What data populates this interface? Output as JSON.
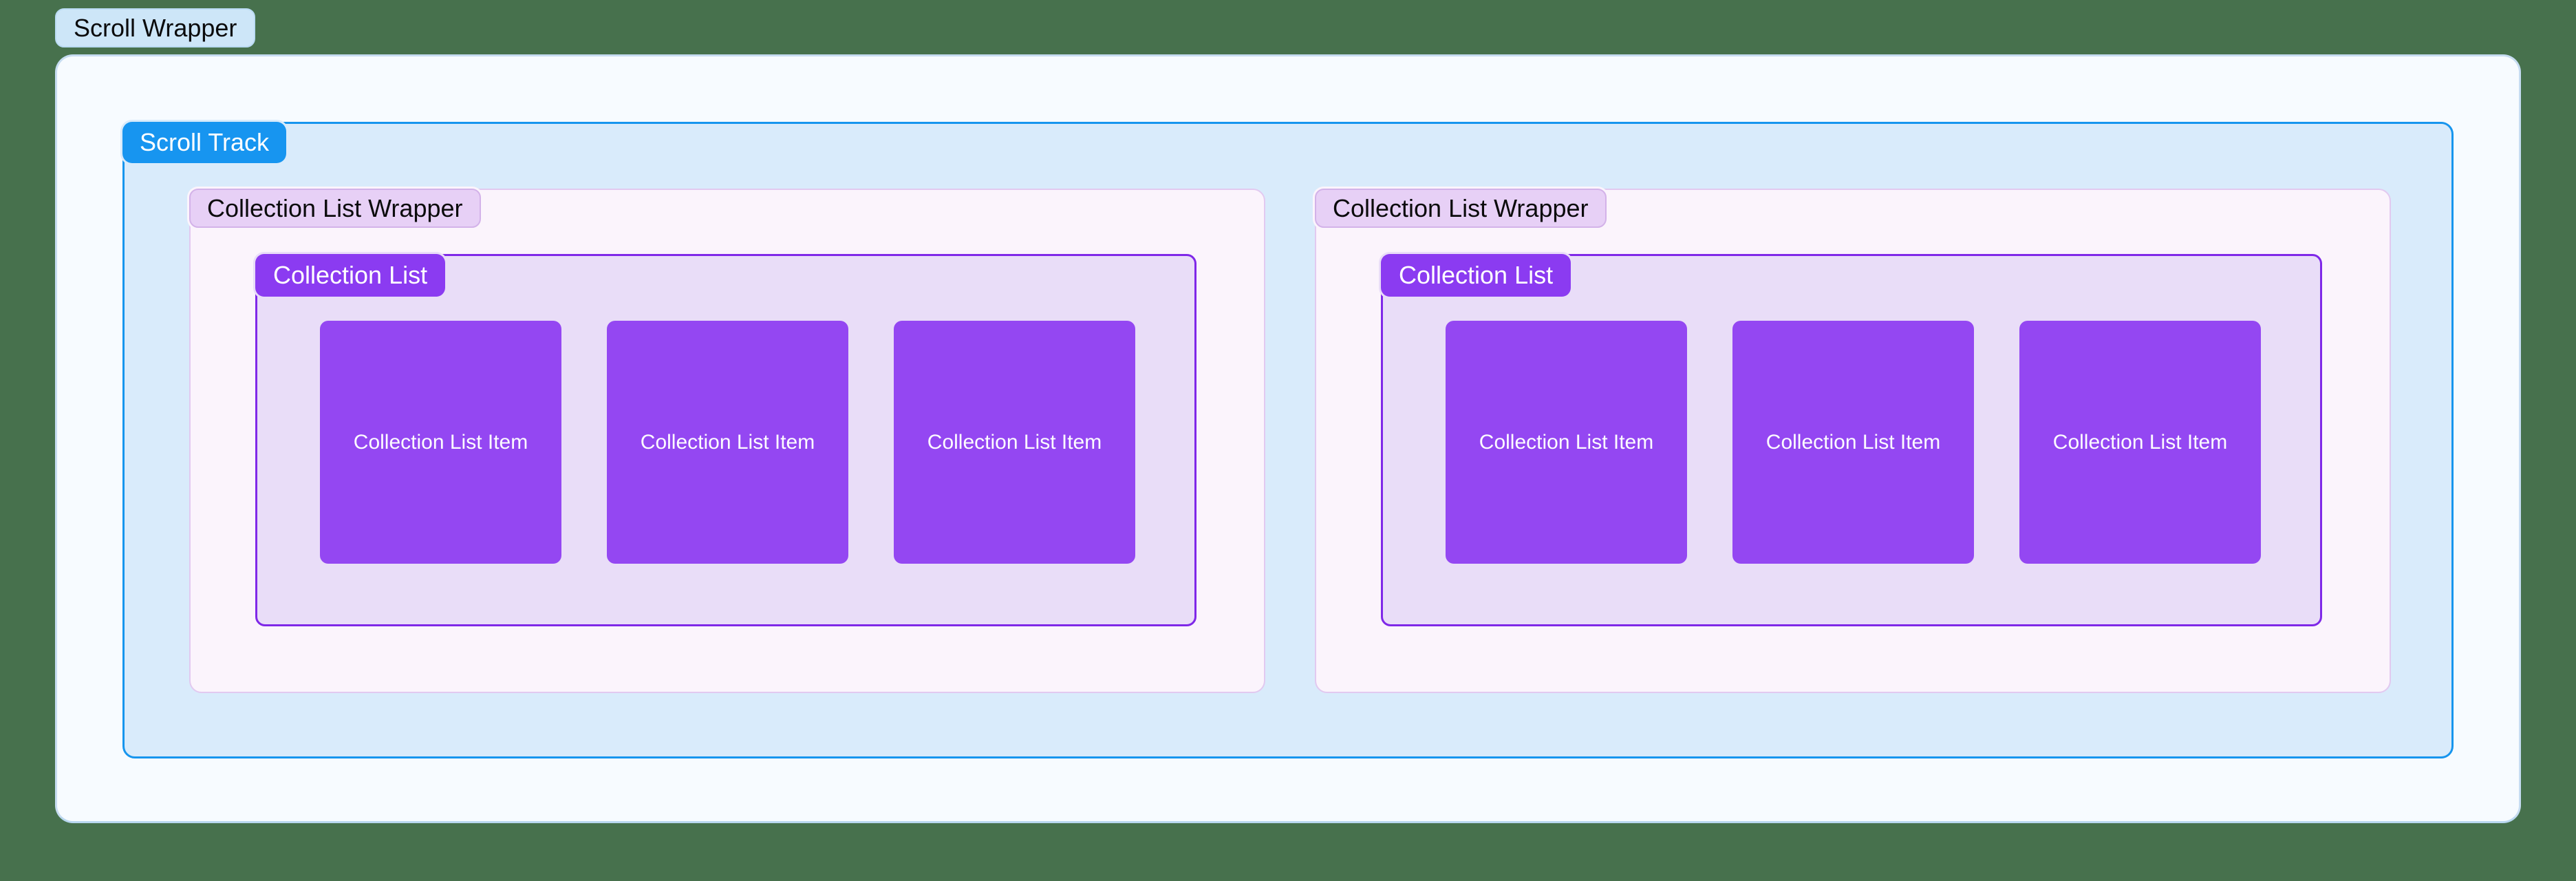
{
  "diagram": {
    "scroll_wrapper_label": "Scroll Wrapper",
    "scroll_track_label": "Scroll Track",
    "wrappers": [
      {
        "label": "Collection List Wrapper",
        "list": {
          "label": "Collection List",
          "items": [
            "Collection List Item",
            "Collection List Item",
            "Collection List Item"
          ]
        }
      },
      {
        "label": "Collection List Wrapper",
        "list": {
          "label": "Collection List",
          "items": [
            "Collection List Item",
            "Collection List Item",
            "Collection List Item"
          ]
        }
      }
    ]
  },
  "colors": {
    "page_background": "#47714D",
    "outer_panel_fill": "#F7FBFF",
    "outer_panel_border": "#C6DCF1",
    "scroll_wrapper_label_fill": "#CDE6F8",
    "scroll_track_fill": "#D9EBFB",
    "scroll_track_border": "#1795EE",
    "scroll_track_label_fill": "#1795F0",
    "wrapper_fill": "#FBF4FC",
    "wrapper_border": "#E2C9F0",
    "wrapper_label_fill": "#E7D0F6",
    "list_fill": "#E9DDF8",
    "list_border": "#7F28E8",
    "list_label_fill": "#8B3BF1",
    "item_fill": "#9447F2",
    "dark_text": "#0B0B0C",
    "light_text": "#FFFFFF"
  }
}
